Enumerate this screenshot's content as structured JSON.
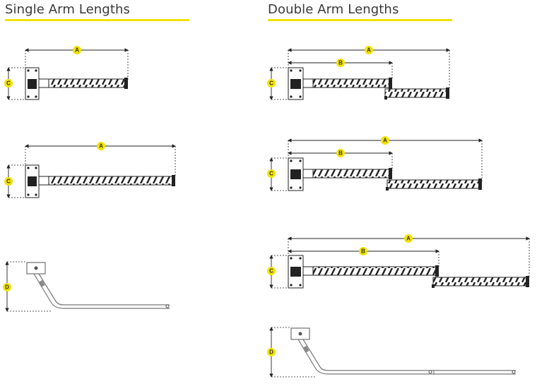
{
  "headings": {
    "single": "Single Arm Lengths",
    "double": "Double Arm Lengths"
  },
  "dimension_labels": {
    "a": "A",
    "b": "B",
    "c": "C",
    "d": "D"
  },
  "colors": {
    "accent": "#f2e200",
    "line": "#333333"
  }
}
